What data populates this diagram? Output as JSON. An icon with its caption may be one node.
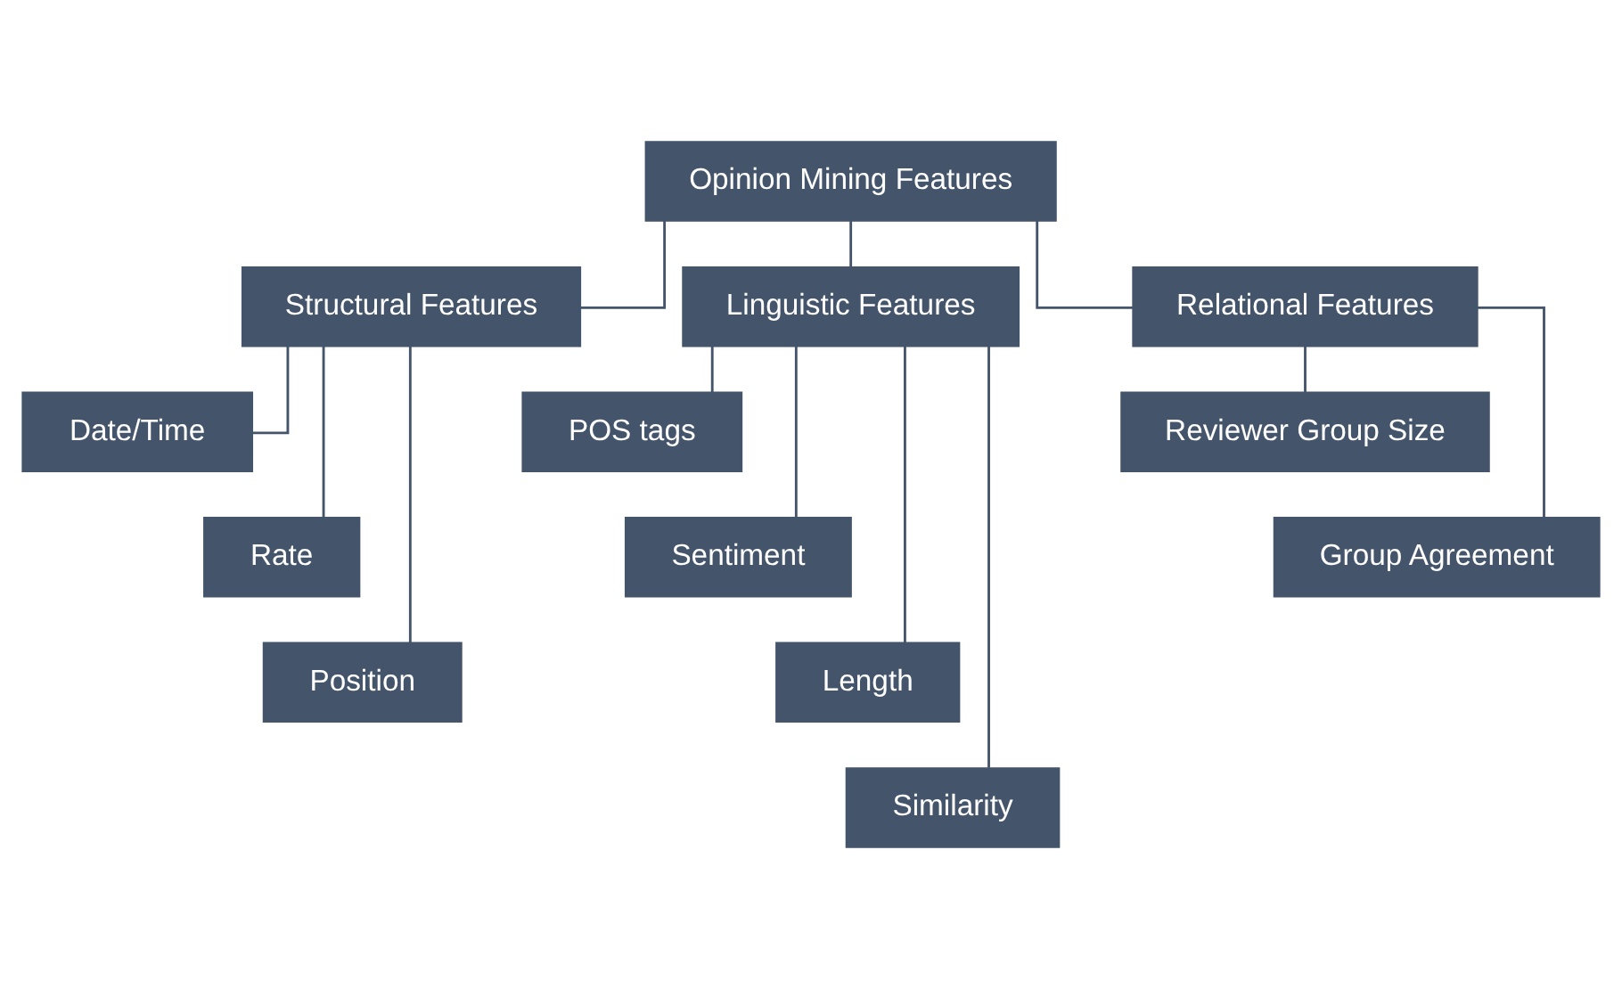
{
  "diagram": {
    "nodes": [
      {
        "text": [
          "Opinion Mining Features"
        ]
      },
      {
        "text": [
          "Structural Features"
        ]
      },
      {
        "text": [
          "Linguistic Features"
        ]
      },
      {
        "text": [
          "Relational Features"
        ]
      },
      {
        "text": [
          "Date/Time"
        ]
      },
      {
        "text": [
          "POS tags"
        ]
      },
      {
        "text": [
          "Reviewer Group Size"
        ]
      },
      {
        "text": [
          "Rate"
        ]
      },
      {
        "text": [
          "Sentiment"
        ]
      },
      {
        "text": [
          "Group Agreement"
        ]
      },
      {
        "text": [
          "Position"
        ]
      },
      {
        "text": [
          "Length"
        ]
      },
      {
        "text": [
          "Similarity"
        ]
      }
    ],
    "edges": [
      {
        "from": 0,
        "to": 1,
        "arrow": "none"
      },
      {
        "from": 0,
        "to": 2,
        "arrow": "none"
      },
      {
        "from": 0,
        "to": 3,
        "arrow": "none"
      },
      {
        "from": 1,
        "to": 4,
        "arrow": "none"
      },
      {
        "from": 1,
        "to": 7,
        "arrow": "none"
      },
      {
        "from": 1,
        "to": 10,
        "arrow": "none"
      },
      {
        "from": 2,
        "to": 5,
        "arrow": "none"
      },
      {
        "from": 2,
        "to": 8,
        "arrow": "none"
      },
      {
        "from": 2,
        "to": 11,
        "arrow": "none"
      },
      {
        "from": 2,
        "to": 12,
        "arrow": "none"
      },
      {
        "from": 3,
        "to": 6,
        "arrow": "none"
      },
      {
        "from": 3,
        "to": 9,
        "arrow": "none"
      }
    ]
  }
}
